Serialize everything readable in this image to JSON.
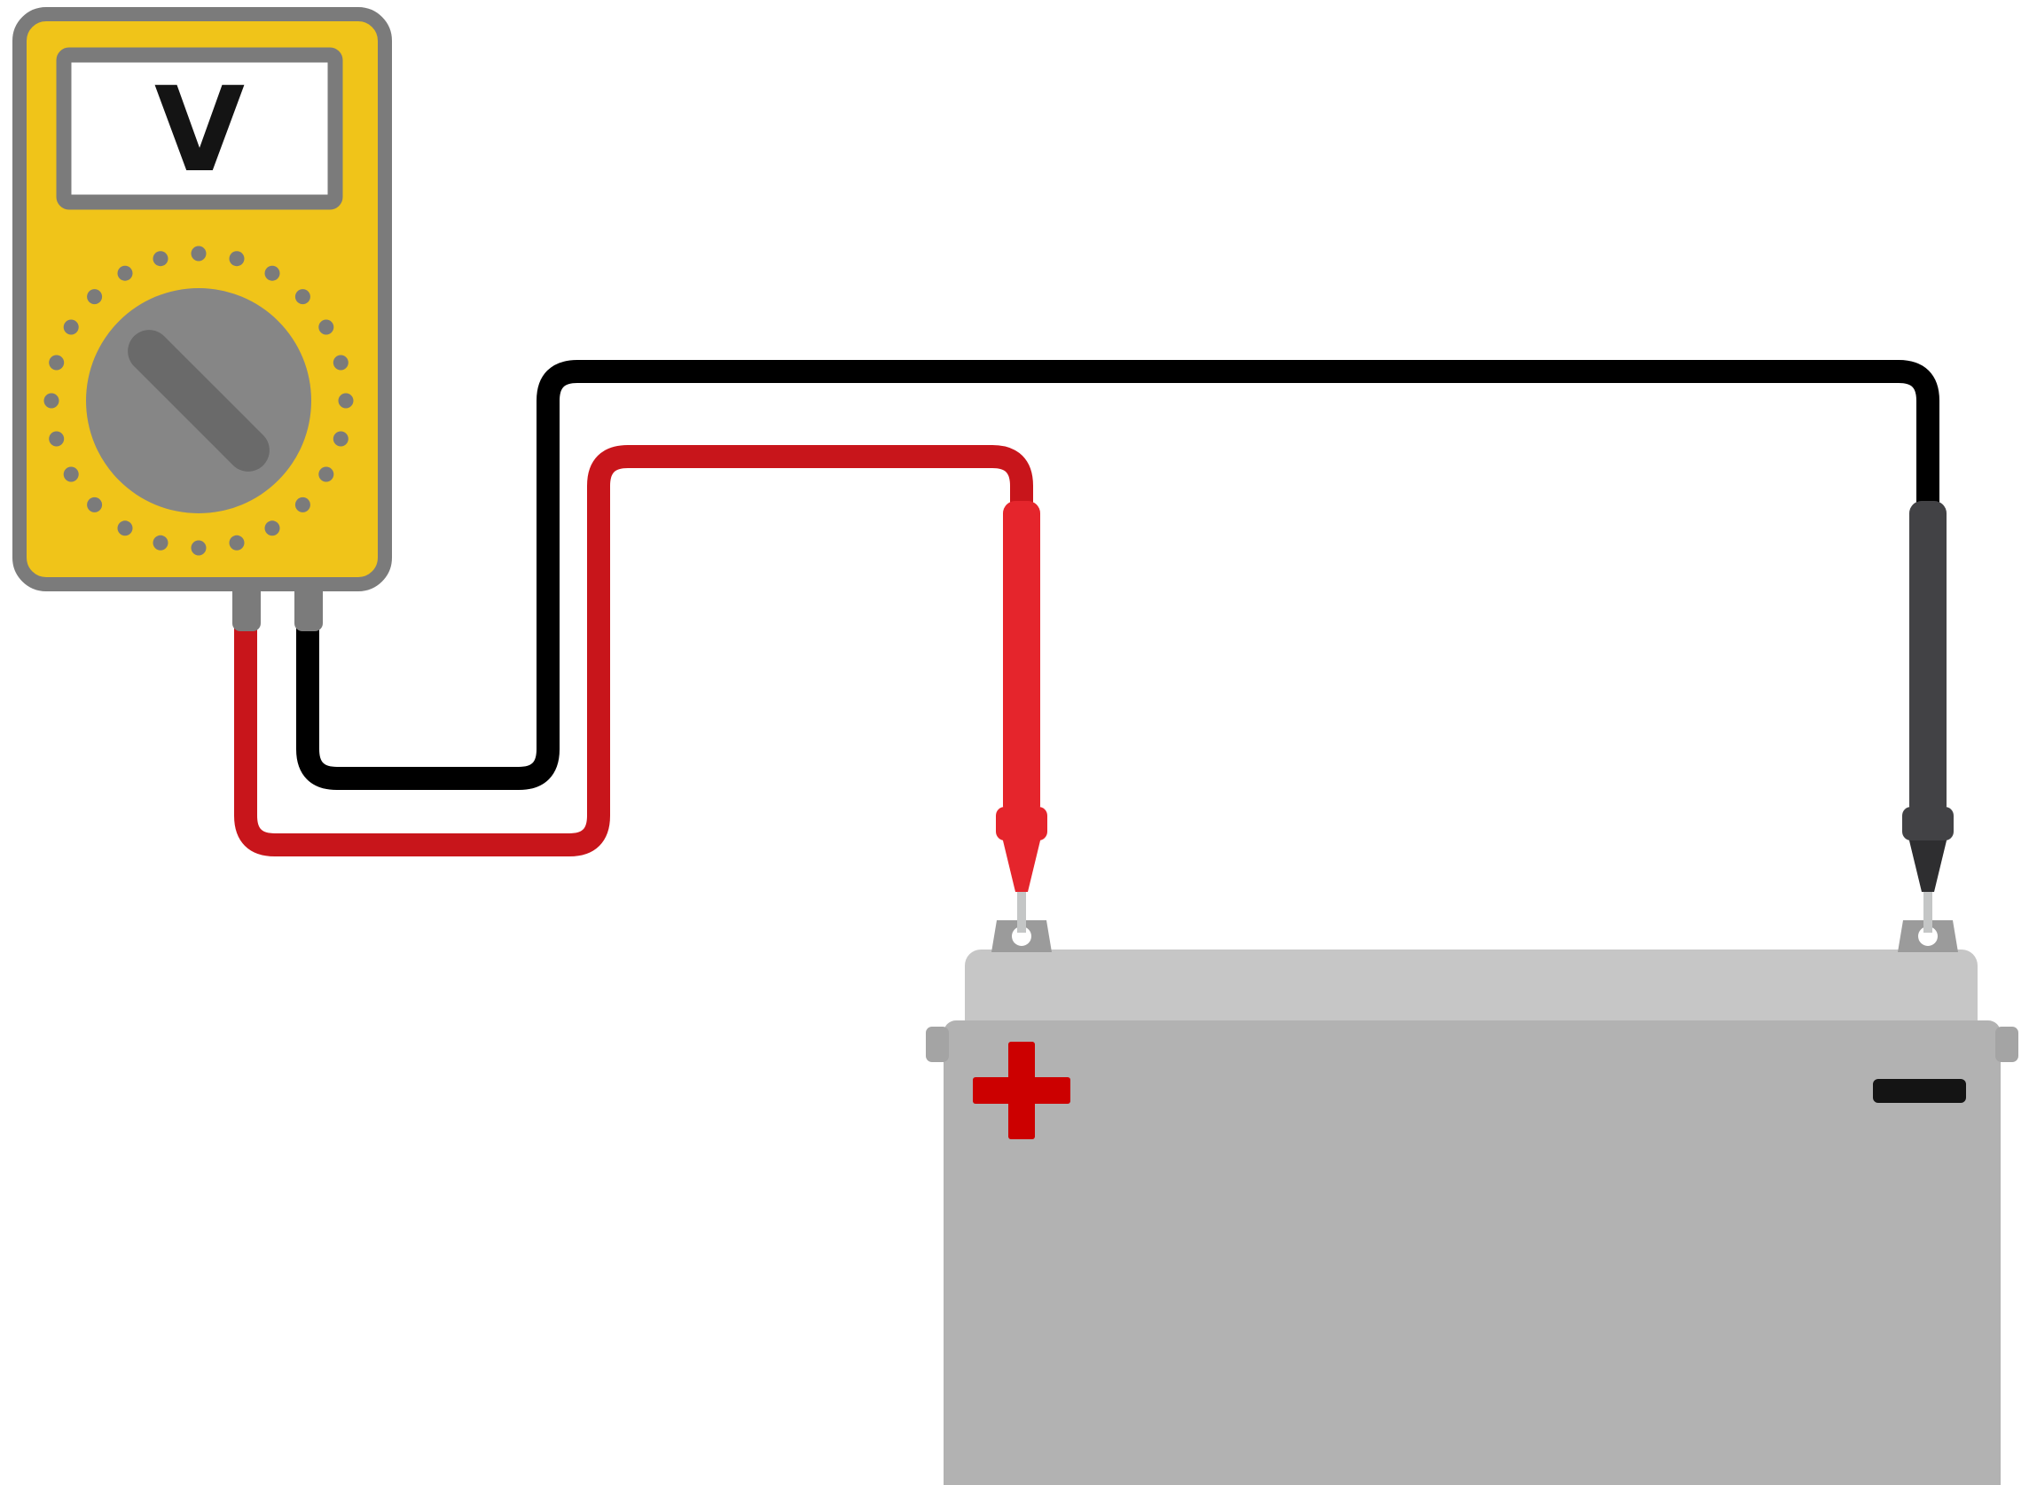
{
  "page": {
    "background": "#FFFFFF"
  },
  "diagram": {
    "type": "wiring-diagram",
    "description": "Digital multimeter measuring the voltage of a battery via red and black test leads",
    "multimeter": {
      "display_label": "V",
      "body_color": "#F0C419",
      "outline_color": "#7B7B7B",
      "display_background": "#FFFFFF",
      "display_text_color": "#141414",
      "dial_color": "#868686",
      "dial_pointer_color": "#6A6A6A",
      "dial_dot_color": "#7B7B7B"
    },
    "leads": {
      "red": {
        "wire_color": "#C8151B",
        "probe_color": "#E5252C",
        "connects_to": "positive terminal"
      },
      "black": {
        "wire_color": "#000000",
        "probe_color": "#424245",
        "connects_to": "negative terminal"
      }
    },
    "battery": {
      "positive_terminal_label": "+",
      "negative_terminal_label": "−",
      "positive_label_color": "#CC0000",
      "negative_label_color": "#141414",
      "lid_color": "#C6C6C6",
      "body_color": "#B2B2B2",
      "tab_color": "#A4A4A4",
      "terminal_color": "#9B9B9B"
    }
  }
}
